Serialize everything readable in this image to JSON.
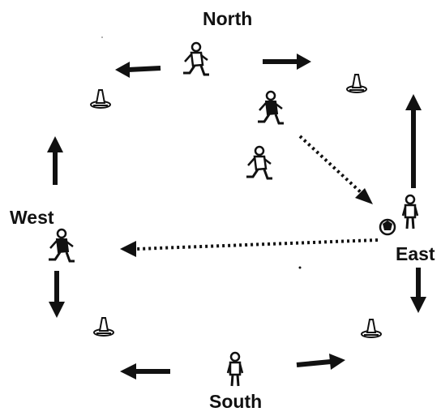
{
  "labels": {
    "north": "North",
    "west": "West",
    "east": "East",
    "south": "South"
  },
  "colors": {
    "ink": "#111111",
    "background": "#ffffff"
  },
  "icons": [
    "player-icon",
    "cone-icon",
    "ball-icon",
    "arrow-icon",
    "dotted-pass-arrow-icon"
  ]
}
